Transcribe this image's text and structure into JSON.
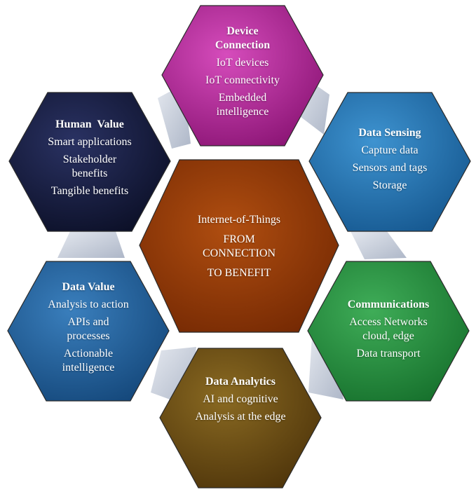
{
  "colors": {
    "device": "#a7208e",
    "sensing": "#1e6fb0",
    "communications": "#1f8a3a",
    "analytics": "#6b4a10",
    "value": "#1c5a95",
    "human": "#141a3a",
    "center": "#8e3406",
    "connector": "#c7cedb"
  },
  "center": {
    "line1": "Internet-of-Things",
    "line2": "FROM",
    "line3": "CONNECTION",
    "line4": "TO BENEFIT"
  },
  "device": {
    "title_line1": "Device",
    "title_line2": "Connection",
    "item1": "IoT devices",
    "item2": "IoT connectivity",
    "item3": "Embedded intelligence"
  },
  "sensing": {
    "title": "Data Sensing",
    "item1": "Capture data",
    "item2": "Sensors and tags",
    "item3": "Storage"
  },
  "communications": {
    "title": "Communications",
    "item1": "Access Networks cloud, edge",
    "item2": "Data transport"
  },
  "analytics": {
    "title": "Data Analytics",
    "item1": "AI and cognitive",
    "item2": "Analysis at the edge"
  },
  "value": {
    "title": "Data Value",
    "item1": "Analysis to action",
    "item2": "APIs and processes",
    "item3": "Actionable intelligence"
  },
  "human": {
    "title": "Human  Value",
    "item1": "Smart applications",
    "item2": "Stakeholder benefits",
    "item3": "Tangible benefits"
  }
}
